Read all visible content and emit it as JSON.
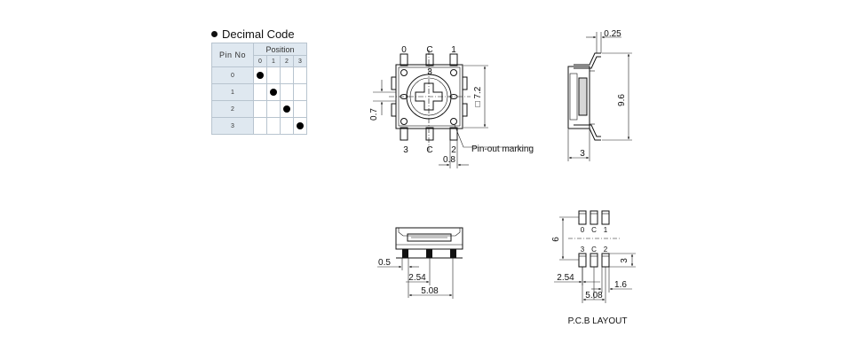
{
  "decimal_code": {
    "title": "Decimal Code",
    "pin_header": "Pin  No",
    "position_header": "Position",
    "position_columns": [
      "0",
      "1",
      "2",
      "3"
    ],
    "rows": [
      {
        "pin": "0",
        "dot_column": 0
      },
      {
        "pin": "1",
        "dot_column": 1
      },
      {
        "pin": "2",
        "dot_column": 2
      },
      {
        "pin": "3",
        "dot_column": 3
      }
    ]
  },
  "top_view": {
    "pin_labels_top": [
      "0",
      "C",
      "1"
    ],
    "pin_labels_bottom": [
      "3",
      "C",
      "2"
    ],
    "marking_digit": "3",
    "dimension_size": "□ 7.2",
    "dimension_offset": "0.7",
    "dimension_pitch": "0.8",
    "callout": "Pin-out marking"
  },
  "side_view": {
    "dimension_lead": "0.25",
    "dimension_height": "9.6",
    "dimension_depth": "3"
  },
  "front_view": {
    "dimension_lead_width": "0.5",
    "dimension_pitch": "2.54",
    "dimension_span": "5.08"
  },
  "pcb_layout": {
    "caption": "P.C.B LAYOUT",
    "pad_labels_top": [
      "0",
      "C",
      "1"
    ],
    "pad_labels_bottom": [
      "3",
      "C",
      "2"
    ],
    "dimension_row_spacing": "6",
    "dimension_pad_length": "3",
    "dimension_pitch": "2.54",
    "dimension_span": "5.08",
    "dimension_pad_width": "1.6"
  }
}
